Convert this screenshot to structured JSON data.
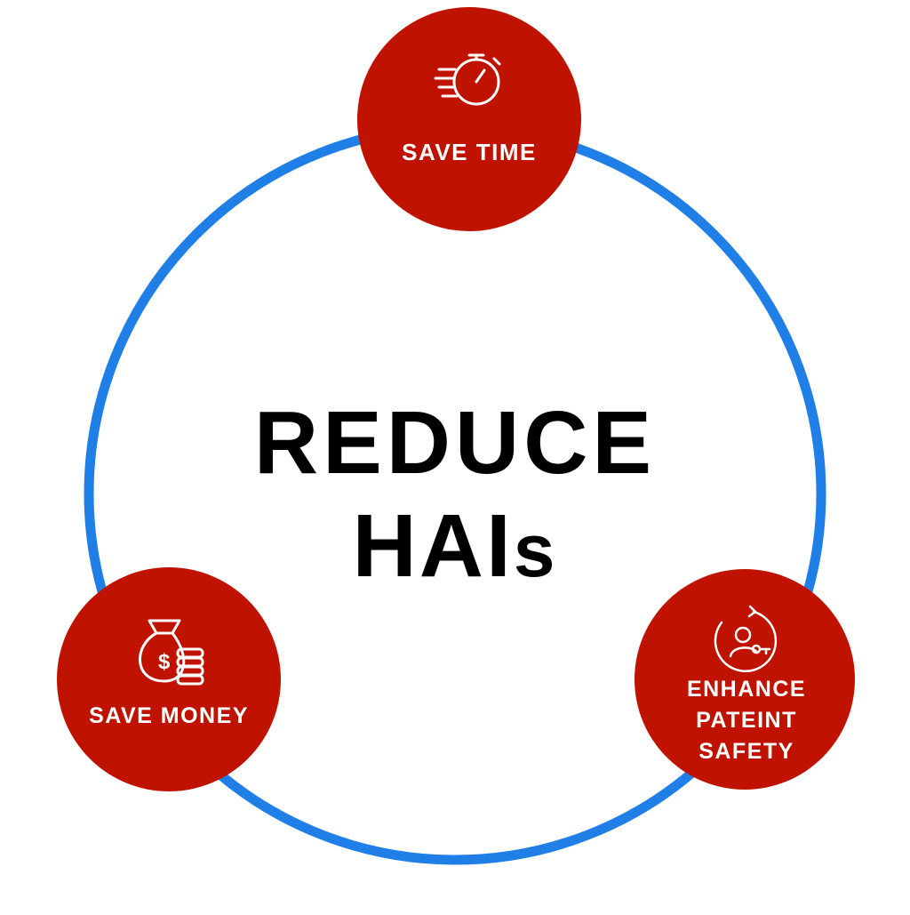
{
  "diagram": {
    "center": {
      "line1": "REDUCE",
      "line2_main": "HAI",
      "line2_small": "s"
    },
    "nodes": [
      {
        "id": "save-time",
        "label": "SAVE TIME",
        "icon": "stopwatch-icon"
      },
      {
        "id": "save-money",
        "label": "SAVE MONEY",
        "icon": "money-bag-coins-icon"
      },
      {
        "id": "patient-safety",
        "label_lines": [
          "ENHANCE",
          "PATEINT",
          "SAFETY"
        ],
        "icon": "patient-cycle-icon"
      }
    ]
  },
  "colors": {
    "ring": "#1f7fe6",
    "node": "#bf1300",
    "text": "#000000",
    "node_text": "#ffffff"
  }
}
